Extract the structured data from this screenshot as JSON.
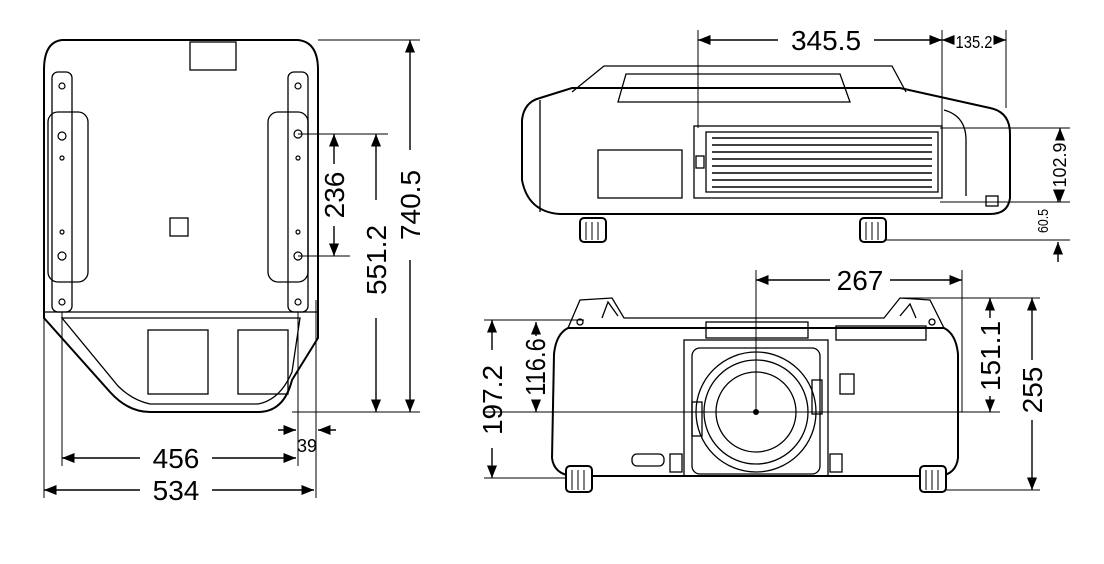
{
  "diagram": {
    "top_view": {
      "dims": {
        "width_overall": "534",
        "width_feet": "456",
        "offset": "39",
        "depth_overall": "740.5",
        "depth_feet": "551.2",
        "hole_spacing": "236"
      }
    },
    "side_view": {
      "dims": {
        "lens_to_vent": "345.5",
        "front_protrusion": "135.2",
        "lens_center_height": "102.9",
        "foot_height": "60.5"
      }
    },
    "front_view": {
      "dims": {
        "lens_offset": "267",
        "height_lens": "197.2",
        "top_to_lens": "116.6",
        "side_height": "151.1",
        "total_height": "255"
      }
    }
  }
}
